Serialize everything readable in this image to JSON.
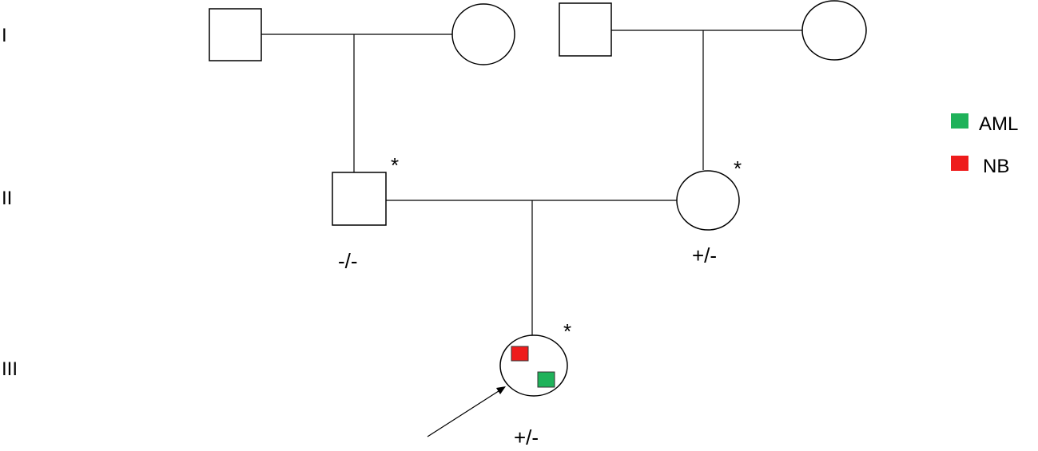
{
  "generations": [
    "I",
    "II",
    "III"
  ],
  "genotypes": {
    "father_II": "-/-",
    "mother_II": "+/-",
    "proband_III": "+/-"
  },
  "markers": {
    "star": "*"
  },
  "legend": [
    {
      "label": "AML",
      "color": "#1fb25a"
    },
    {
      "label": "NB",
      "color": "#ee1c1c"
    }
  ],
  "colors": {
    "aml": "#1fb25a",
    "nb": "#ee1c1c"
  }
}
